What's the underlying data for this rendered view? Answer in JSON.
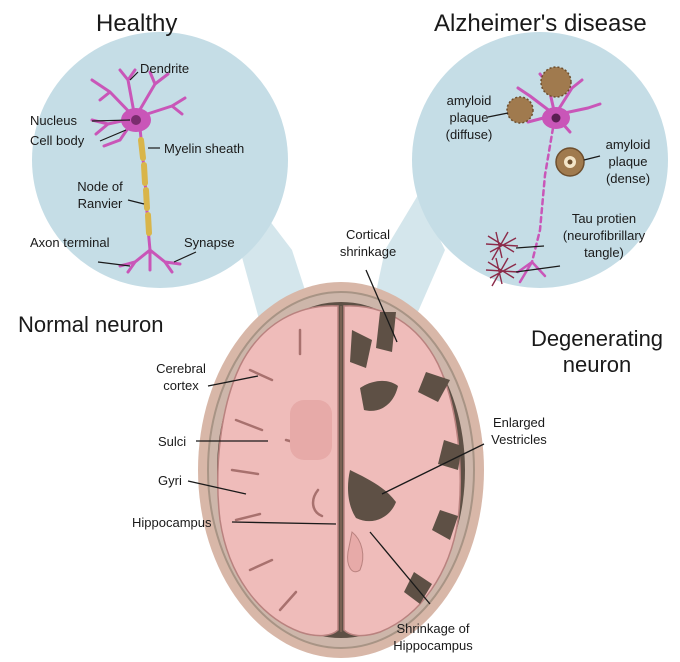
{
  "titles": {
    "healthy": "Healthy",
    "alzheimers": "Alzheimer's disease",
    "normal_neuron": "Normal neuron",
    "degenerating_neuron": [
      "Degenerating",
      "neuron"
    ]
  },
  "healthy_labels": {
    "dendrite": "Dendrite",
    "nucleus": "Nucleus",
    "cell_body": "Cell body",
    "myelin_sheath": "Myelin sheath",
    "node_of_ranvier": [
      "Node of",
      "Ranvier"
    ],
    "axon_terminal": "Axon terminal",
    "synapse": "Synapse"
  },
  "disease_labels": {
    "plaque_diffuse": [
      "amyloid",
      "plaque",
      "(diffuse)"
    ],
    "plaque_dense": [
      "amyloid",
      "plaque",
      "(dense)"
    ],
    "tau_protein": [
      "Tau protien",
      "(neurofibrillary",
      "tangle)"
    ]
  },
  "brain_labels": {
    "cortical_shrinkage": [
      "Cortical",
      "shrinkage"
    ],
    "cerebral_cortex": [
      "Cerebral",
      "cortex"
    ],
    "sulci": "Sulci",
    "gyri": "Gyri",
    "hippocampus": "Hippocampus",
    "enlarged_ventricles": [
      "Enlarged",
      "Vestricles"
    ],
    "shrinkage_of_hippocampus": [
      "Shrinkage of",
      "Hippocampus"
    ]
  },
  "colors": {
    "bubble_fill": "#c5dde6",
    "neuron": "#c956b8",
    "myelin": "#d9b54a",
    "brain_pink": "#efbcba",
    "brain_shadow": "#6b5a4c",
    "skull": "#d8b7a8",
    "plaque": "#a07a4e",
    "tangle": "#8c2b4a"
  }
}
